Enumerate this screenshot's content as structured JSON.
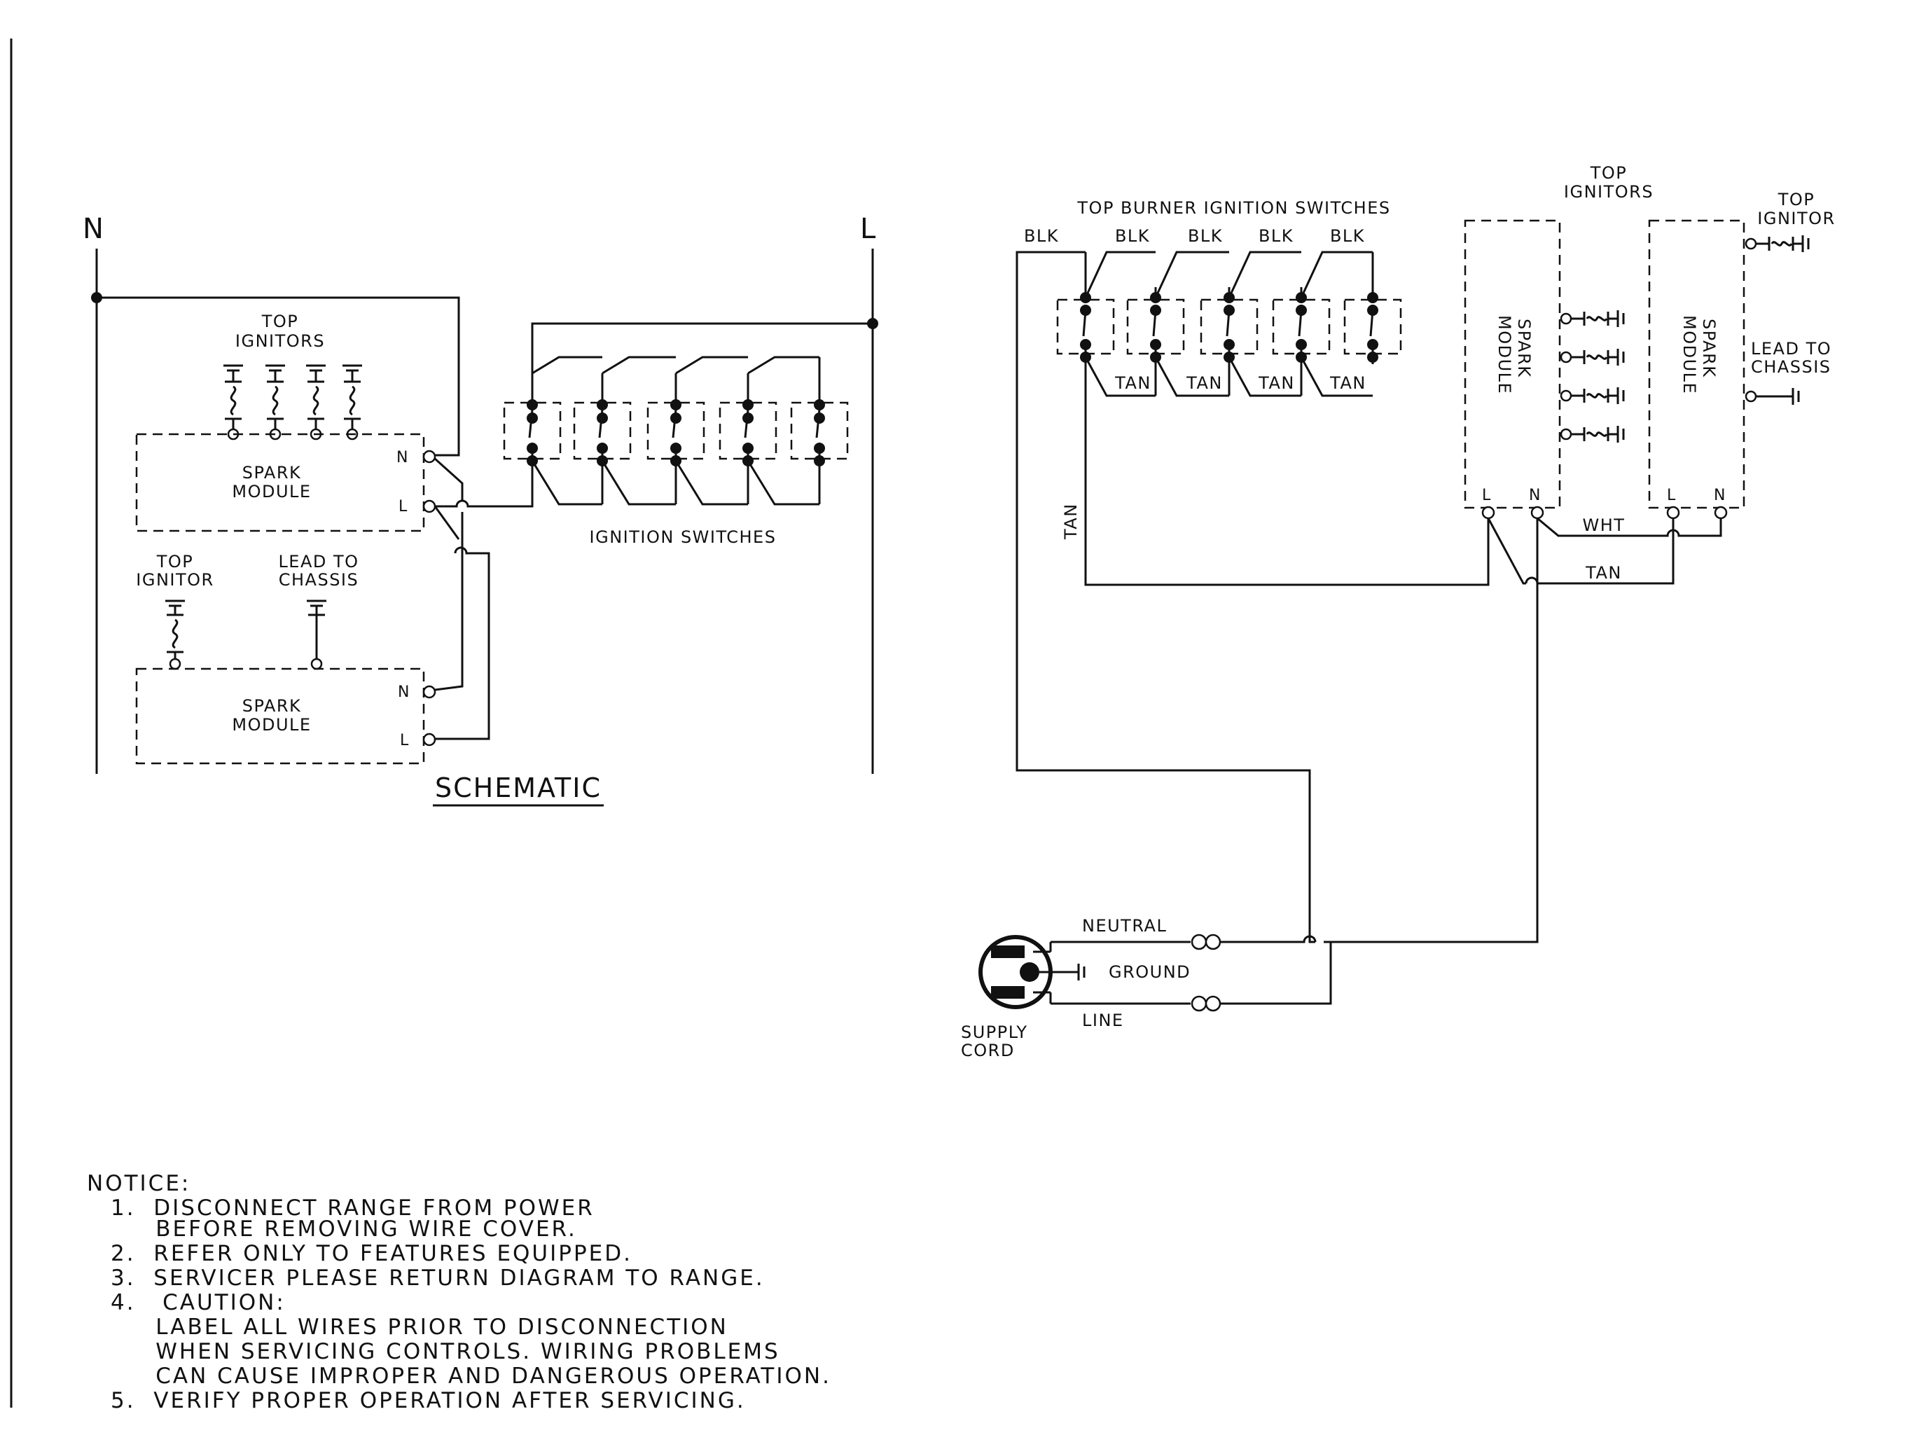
{
  "schematic": {
    "neutral_bus_label": "N",
    "line_bus_label": "L",
    "top_ignitors_label": [
      "TOP",
      "IGNITORS"
    ],
    "spark_module_label": [
      "SPARK",
      "MODULE"
    ],
    "terminal_n": "N",
    "terminal_l": "L",
    "top_ignitor_label": [
      "TOP",
      "IGNITOR"
    ],
    "lead_to_chassis_label": [
      "LEAD TO",
      "CHASSIS"
    ],
    "ignition_switches_label": "IGNITION SWITCHES",
    "title": "SCHEMATIC"
  },
  "wiring": {
    "switches_title": "TOP BURNER IGNITION SWITCHES",
    "switch_wire_colors": [
      "BLK",
      "BLK",
      "BLK",
      "BLK",
      "BLK"
    ],
    "tan_labels": [
      "TAN",
      "TAN",
      "TAN",
      "TAN"
    ],
    "vertical_tan_label": "TAN",
    "top_ignitors_label": [
      "TOP",
      "IGNITORS"
    ],
    "top_ignitor_label": [
      "TOP",
      "IGNITOR"
    ],
    "spark_module_label": [
      "SPARK",
      "MODULE"
    ],
    "lead_to_chassis_label": [
      "LEAD TO",
      "CHASSIS"
    ],
    "terminal_l": "L",
    "terminal_n": "N",
    "wht_label": "WHT",
    "tan_bottom_label": "TAN",
    "neutral_label": "NEUTRAL",
    "ground_label": "GROUND",
    "line_label": "LINE",
    "supply_cord_label": [
      "SUPPLY",
      "CORD"
    ]
  },
  "notice": {
    "heading": "NOTICE:",
    "lines": [
      "1.  DISCONNECT RANGE FROM POWER",
      "     BEFORE REMOVING WIRE COVER.",
      "2.  REFER ONLY TO FEATURES EQUIPPED.",
      "3.  SERVICER PLEASE RETURN DIAGRAM TO RANGE.",
      "4.   CAUTION:",
      "     LABEL ALL WIRES PRIOR TO DISCONNECTION",
      "     WHEN SERVICING CONTROLS. WIRING PROBLEMS",
      "     CAN CAUSE IMPROPER AND DANGEROUS OPERATION.",
      "5.  VERIFY PROPER OPERATION AFTER SERVICING."
    ]
  }
}
